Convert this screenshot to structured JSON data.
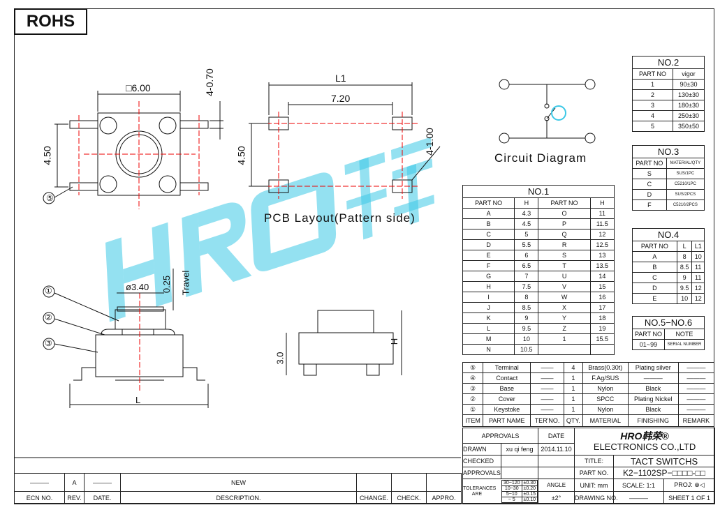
{
  "rohs": "ROHS",
  "watermark": "HRO韩荣",
  "views": {
    "top_dims": {
      "square": "□6.00",
      "height": "4.50",
      "pin": "4-0.70",
      "item5": "⑤"
    },
    "pcb": {
      "l1": "L1",
      "w": "7.20",
      "h": "4.50",
      "hole": "4-1.00",
      "caption": "PCB Layout(Pattern side)"
    },
    "circuit": "Circuit Diagram",
    "side": {
      "dia": "ø3.40",
      "travel_val": "0.25",
      "travel": "Travel",
      "l": "L",
      "c1": "①",
      "c2": "②",
      "c3": "③"
    },
    "front": {
      "h30": "3.0",
      "h": "H"
    }
  },
  "no1": {
    "title": "NO.1",
    "headers": [
      "PART NO",
      "H",
      "PART NO",
      "H"
    ],
    "rows": [
      [
        "A",
        "4.3",
        "O",
        "11"
      ],
      [
        "B",
        "4.5",
        "P",
        "11.5"
      ],
      [
        "C",
        "5",
        "Q",
        "12"
      ],
      [
        "D",
        "5.5",
        "R",
        "12.5"
      ],
      [
        "E",
        "6",
        "S",
        "13"
      ],
      [
        "F",
        "6.5",
        "T",
        "13.5"
      ],
      [
        "G",
        "7",
        "U",
        "14"
      ],
      [
        "H",
        "7.5",
        "V",
        "15"
      ],
      [
        "I",
        "8",
        "W",
        "16"
      ],
      [
        "J",
        "8.5",
        "X",
        "17"
      ],
      [
        "K",
        "9",
        "Y",
        "18"
      ],
      [
        "L",
        "9.5",
        "Z",
        "19"
      ],
      [
        "M",
        "10",
        "1",
        "15.5"
      ],
      [
        "N",
        "10.5",
        "",
        ""
      ]
    ]
  },
  "no2": {
    "title": "NO.2",
    "headers": [
      "PART NO",
      "vigor"
    ],
    "rows": [
      [
        "1",
        "90±30"
      ],
      [
        "2",
        "130±30"
      ],
      [
        "3",
        "180±30"
      ],
      [
        "4",
        "250±30"
      ],
      [
        "5",
        "350±50"
      ]
    ]
  },
  "no3": {
    "title": "NO.3",
    "headers": [
      "PART NO",
      "MATERIAL/QTY"
    ],
    "rows": [
      [
        "S",
        "SUS/1PC"
      ],
      [
        "C",
        "C5210/1PC"
      ],
      [
        "D",
        "SUS/2PCS"
      ],
      [
        "F",
        "C5210/2PCS"
      ]
    ]
  },
  "no4": {
    "title": "NO.4",
    "headers": [
      "PART NO",
      "L",
      "L1"
    ],
    "rows": [
      [
        "A",
        "8",
        "10"
      ],
      [
        "B",
        "8.5",
        "11"
      ],
      [
        "C",
        "9",
        "11"
      ],
      [
        "D",
        "9.5",
        "12"
      ],
      [
        "E",
        "10",
        "12"
      ]
    ]
  },
  "no56": {
    "title": "NO.5−NO.6",
    "headers": [
      "PART NO",
      "NOTE"
    ],
    "rows": [
      [
        "01~99",
        "SERIAL NUMBER"
      ]
    ]
  },
  "bom": {
    "headers": [
      "ITEM",
      "PART NAME",
      "TER'NO.",
      "QTY.",
      "MATERIAL",
      "FINISHING",
      "REMARK"
    ],
    "rows": [
      [
        "⑤",
        "Terminal",
        "——",
        "4",
        "Brass(0.30t)",
        "Plating silver",
        "———"
      ],
      [
        "④",
        "Contact",
        "——",
        "1",
        "F.Ag/SUS",
        "———",
        "———"
      ],
      [
        "③",
        "Base",
        "——",
        "1",
        "Nylon",
        "Black",
        "———"
      ],
      [
        "②",
        "Cover",
        "——",
        "1",
        "SPCC",
        "Plating Nickel",
        "———"
      ],
      [
        "①",
        "Keystoke",
        "——",
        "1",
        "Nylon",
        "Black",
        "———"
      ]
    ]
  },
  "title_block": {
    "approvals": "APPROVALS",
    "date": "DATE",
    "logo": "HRO韩荣®",
    "company": "ELECTRONICS CO.,LTD",
    "drawn": "DRAWN",
    "drawn_by": "xu qi feng",
    "drawn_date": "2014.11.10",
    "checked": "CHECKED",
    "title_label": "TITLE:",
    "title": "TACT SWITCHS",
    "approvals2": "APPROVALS",
    "part_no_label": "PART NO.",
    "part_no": "K2−1102SP−□□□□-□□",
    "tol_label": "TOLERANCES ARE",
    "tol": [
      [
        "30~120",
        "±0.30"
      ],
      [
        "10~30",
        "±0.20"
      ],
      [
        "5~10",
        "±0.15"
      ],
      [
        "~ 5",
        "±0.10"
      ]
    ],
    "angle": "ANGLE",
    "angle_val": "±2°",
    "unit": "UNIT: mm",
    "scale": "SCALE:  1:1",
    "proj": "PROJ:",
    "drawing_no": "DRAWING NO.",
    "drawing_no_val": "———",
    "sheet": "SHEET  1 OF 1"
  },
  "revision": {
    "row": [
      "———",
      "A",
      "———",
      "NEW",
      "",
      "",
      ""
    ],
    "headers": [
      "ECN NO.",
      "REV.",
      "DATE.",
      "DESCRIPTION.",
      "CHANGE.",
      "CHECK.",
      "APPRO."
    ]
  }
}
